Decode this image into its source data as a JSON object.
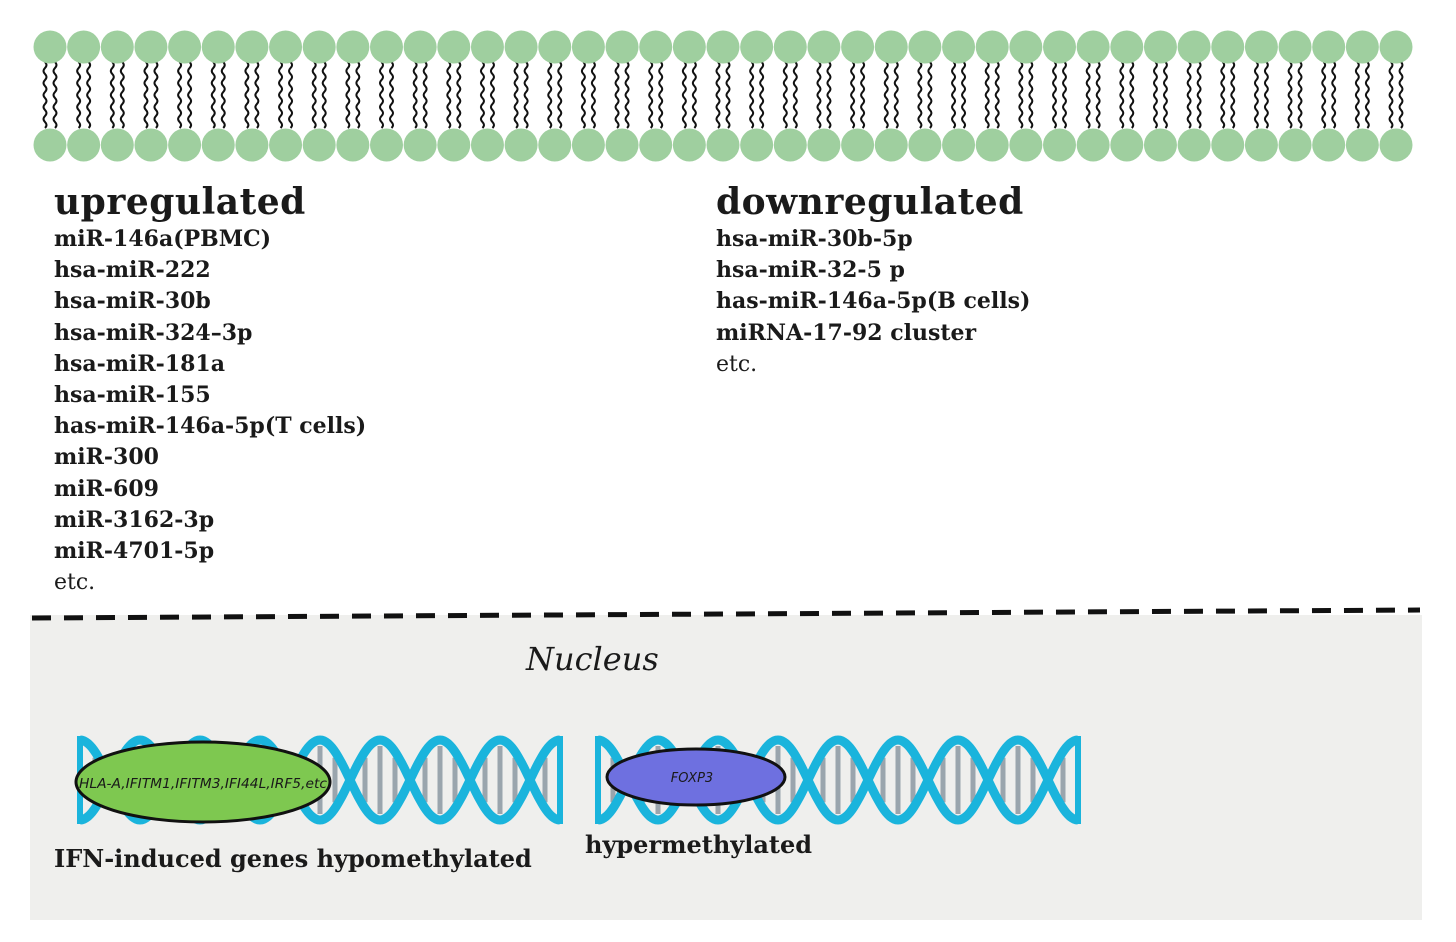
{
  "upregulated": {
    "heading": "upregulated",
    "items": [
      "miR-146a(PBMC)",
      "hsa-miR-222",
      "hsa-miR-30b",
      "hsa-miR-324–3p",
      "hsa-miR-181a",
      "hsa-miR-155",
      "has-miR-146a-5p(T cells)",
      "miR-300",
      "miR-609",
      "miR-3162-3p",
      "miR-4701-5p"
    ],
    "etc": "etc."
  },
  "downregulated": {
    "heading": "downregulated",
    "items": [
      "hsa-miR-30b-5p",
      "hsa-miR-32-5 p",
      "has-miR-146a-5p(B cells)",
      "miRNA-17-92 cluster"
    ],
    "etc": "etc."
  },
  "nucleus": {
    "title": "Nucleus",
    "hypo_genes": "HLA-A,IFITM1,IFITM3,IFI44L,IRF5,etc",
    "hypo_label": "IFN-induced genes hypomethylated",
    "hyper_gene": "FOXP3",
    "hyper_label": "hypermethylated"
  },
  "colors": {
    "membrane_head": "#9fcf9f",
    "dna_strand": "#1ab4dc",
    "dna_rung": "#9aa5ad",
    "hypo_ellipse": "#7ec850",
    "hyper_ellipse": "#6e70e0",
    "nucleus_bg": "#efefed"
  }
}
